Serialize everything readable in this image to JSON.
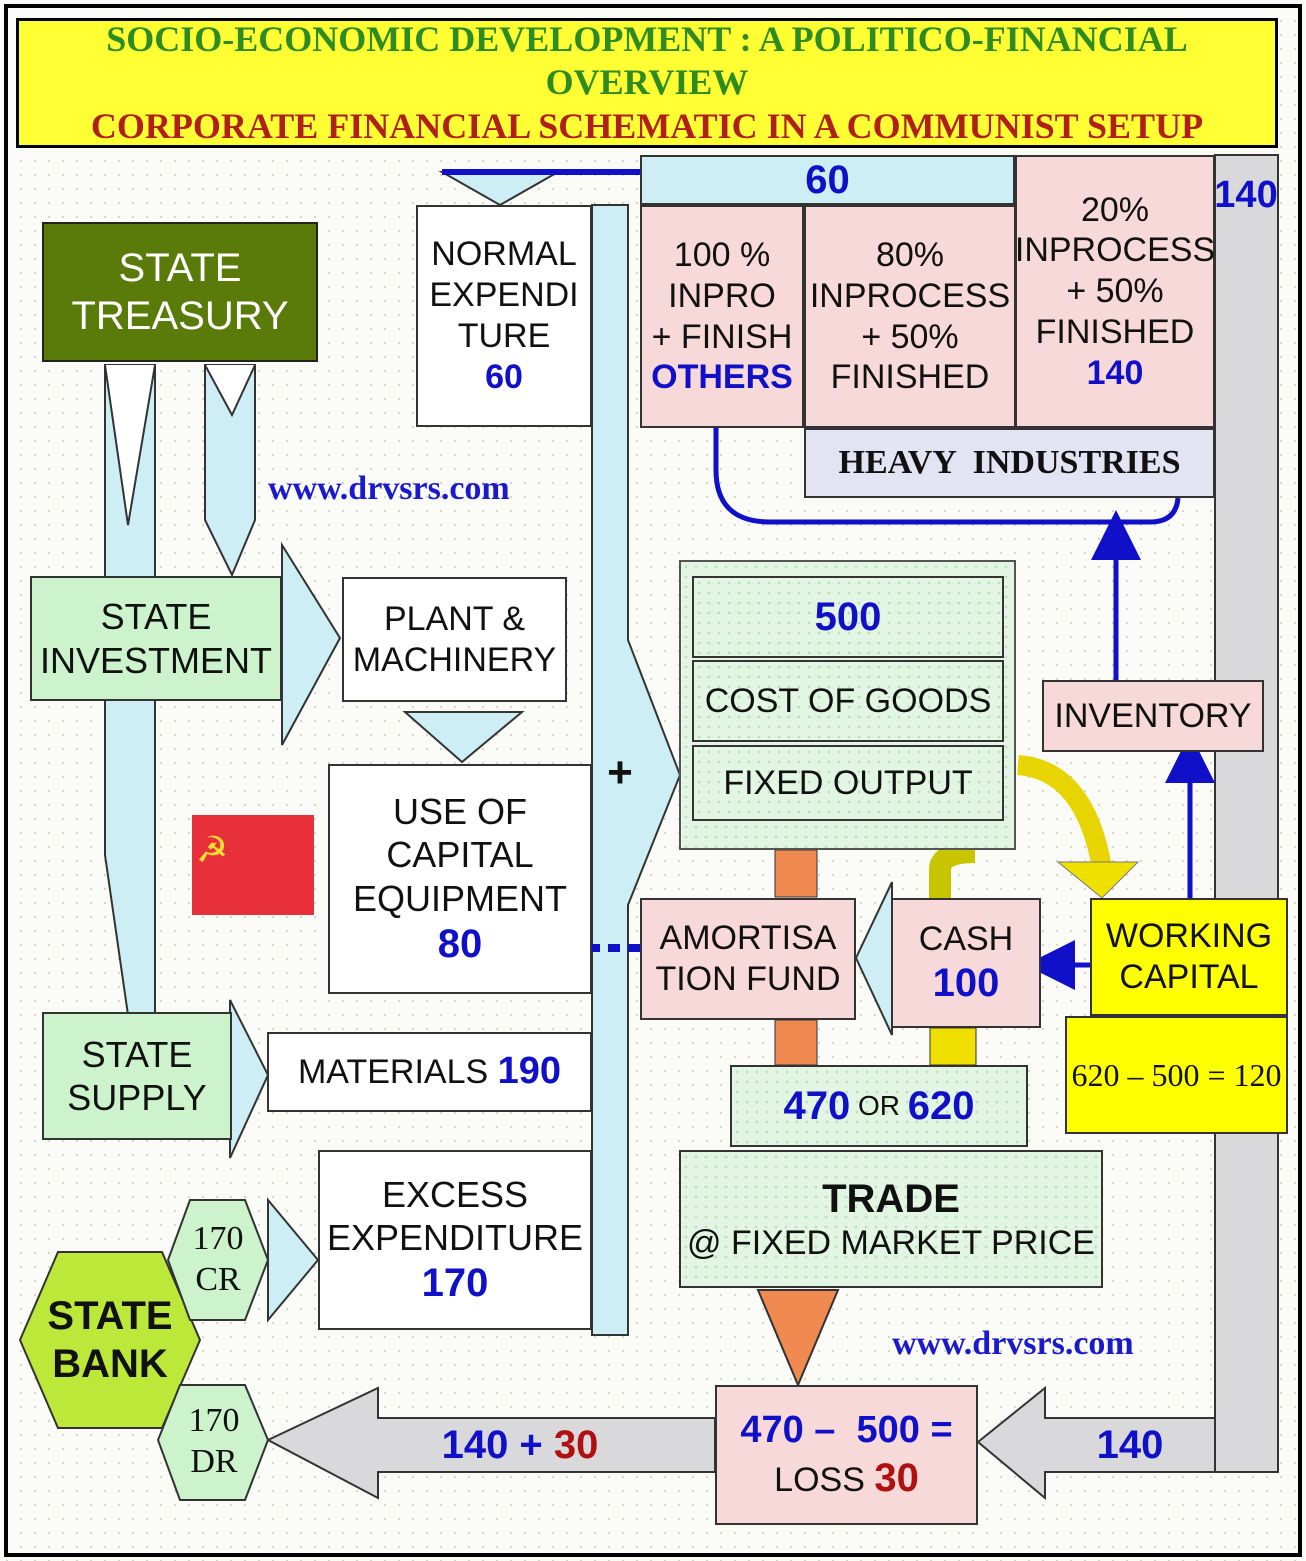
{
  "title": {
    "line1": "SOCIO-ECONOMIC DEVELOPMENT :  A POLITICO-FINANCIAL OVERVIEW",
    "line2": "CORPORATE  FINANCIAL  SCHEMATIC IN A COMMUNIST  SETUP"
  },
  "website": "www.drvsrs.com",
  "state_treasury": {
    "line1": "STATE",
    "line2": "TREASURY"
  },
  "state_investment": {
    "line1": "STATE",
    "line2": "INVESTMENT"
  },
  "state_supply": {
    "line1": "STATE",
    "line2": "SUPPLY"
  },
  "state_bank": {
    "line1": "STATE",
    "line2": "BANK"
  },
  "bank_credit": {
    "value": "170",
    "label": "CR"
  },
  "bank_debit": {
    "value": "170",
    "label": "DR"
  },
  "normal_expenditure": {
    "l1": "NORMAL",
    "l2": "EXPENDI",
    "l3": "TURE",
    "value": "60"
  },
  "plant_machinery": {
    "l1": "PLANT &",
    "l2": "MACHINERY"
  },
  "use_capital": {
    "l1": "USE OF",
    "l2": "CAPITAL",
    "l3": "EQUIPMENT",
    "value": "80"
  },
  "materials": {
    "label": "MATERIALS ",
    "value": "190"
  },
  "excess_expenditure": {
    "l1": "EXCESS",
    "l2": "EXPENDITURE",
    "value": "170"
  },
  "plus_sign": "+",
  "top_bar_value": "60",
  "right_value": "140",
  "product_cols": [
    {
      "l1": "100 %",
      "l2": "INPRO",
      "l3": "+ FINISH",
      "l4": "OTHERS"
    },
    {
      "l1": "80%",
      "l2": "INPROCESS",
      "l3": "+ 50%",
      "l4": "FINISHED"
    },
    {
      "l1": "20%",
      "l2": "INPROCESS",
      "l3": "+ 50%",
      "l4": "FINISHED",
      "l5": "140"
    }
  ],
  "heavy_industries": "HEAVY  INDUSTRIES",
  "output": {
    "value": "500",
    "cost": "COST OF GOODS",
    "fixed": "FIXED OUTPUT"
  },
  "inventory": "INVENTORY",
  "amortisation": {
    "l1": "AMORTISA",
    "l2": "TION FUND"
  },
  "cash": {
    "label": "CASH",
    "value": "100"
  },
  "working_capital": {
    "l1": "WORKING",
    "l2": "CAPITAL",
    "formula": "620 – 500 = 120"
  },
  "sales": {
    "a": "470",
    "or": " OR ",
    "b": "620"
  },
  "trade": {
    "l1": "TRADE",
    "l2": "@ FIXED MARKET PRICE"
  },
  "loss": {
    "l1": "470 –  500 =",
    "l2a": "LOSS ",
    "l2b": "30"
  },
  "bottom_left_arrow": {
    "a": "140 + ",
    "b": "30"
  },
  "bottom_right_arrow": "140",
  "colors": {
    "title_yellow": "#ffff33",
    "title_green": "#2e8b22",
    "title_red": "#b0201b",
    "treasury_green": "#5a7a0a",
    "light_blue": "#cdeef4",
    "pink": "#f8d9d9",
    "flow_blue": "#1010c8"
  }
}
